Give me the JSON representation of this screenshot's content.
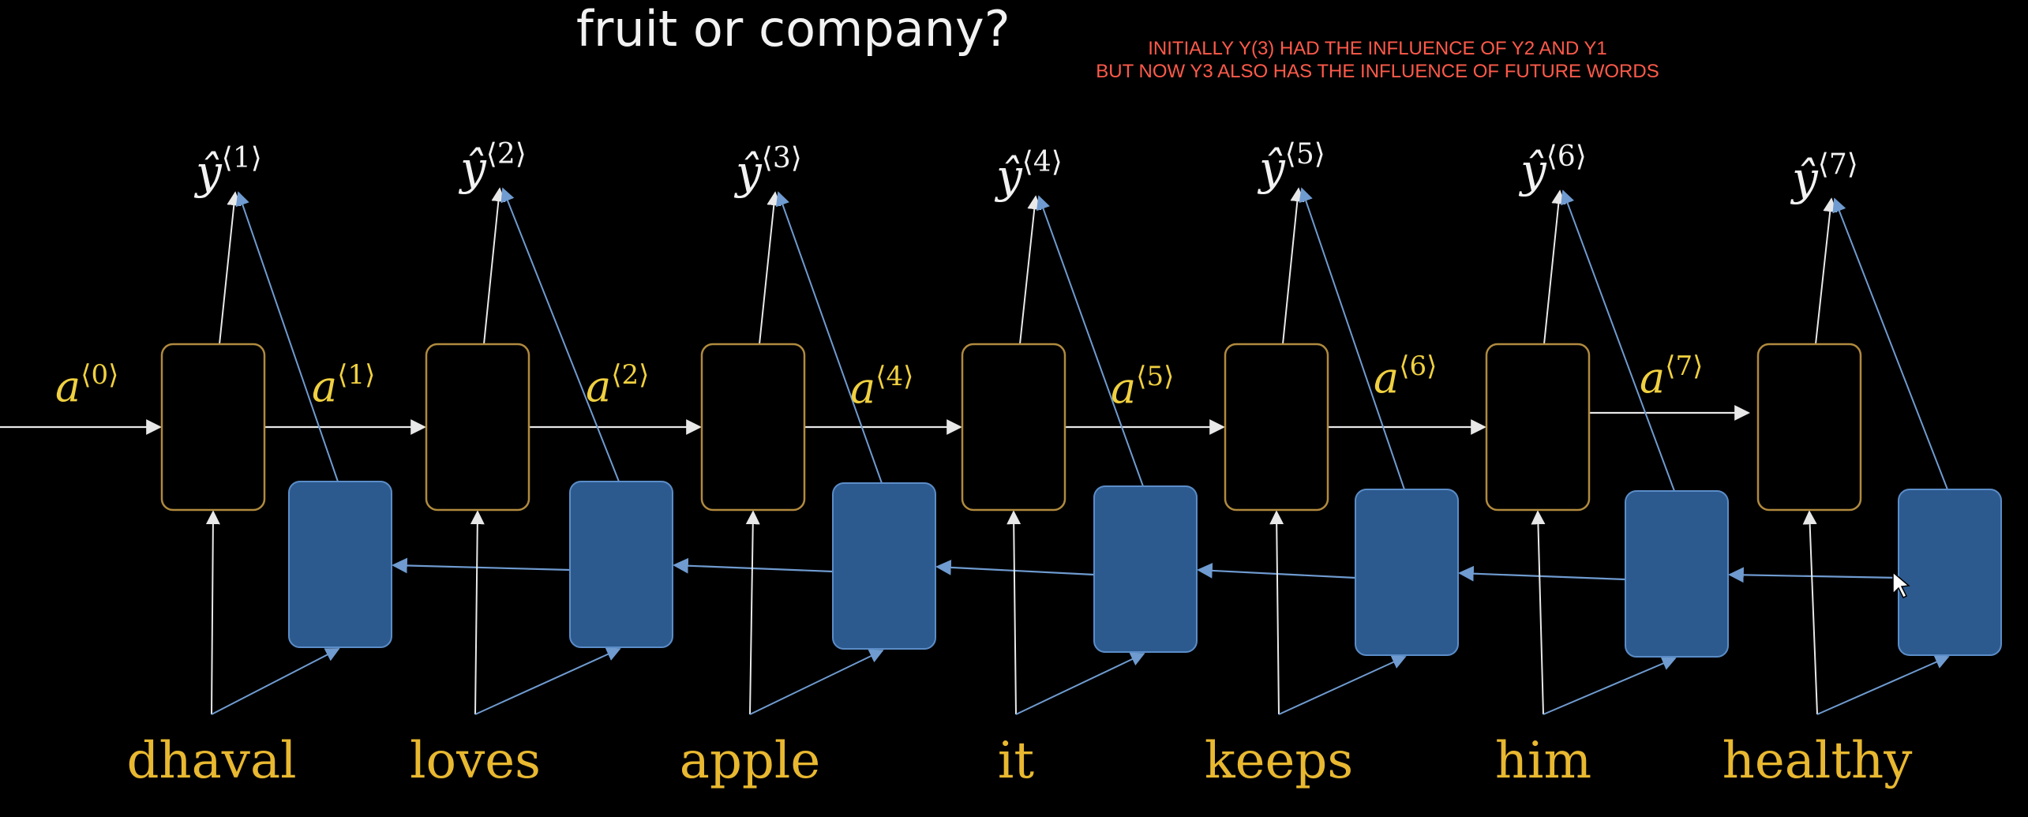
{
  "title": "fruit or company?",
  "notes": {
    "line1": "INITIALLY Y(3) HAD THE INFLUENCE OF Y2 AND Y1",
    "line2": "BUT NOW Y3 ALSO HAS THE INFLUENCE OF FUTURE WORDS"
  },
  "words": [
    "dhaval",
    "loves",
    "apple",
    "it",
    "keeps",
    "him",
    "healthy"
  ],
  "outputs": [
    {
      "base": "ŷ",
      "sup": "⟨1⟩"
    },
    {
      "base": "ŷ",
      "sup": "⟨2⟩"
    },
    {
      "base": "ŷ",
      "sup": "⟨3⟩"
    },
    {
      "base": "ŷ",
      "sup": "⟨4⟩"
    },
    {
      "base": "ŷ",
      "sup": "⟨5⟩"
    },
    {
      "base": "ŷ",
      "sup": "⟨6⟩"
    },
    {
      "base": "ŷ",
      "sup": "⟨7⟩"
    }
  ],
  "activations": [
    {
      "base": "a",
      "sup": "⟨0⟩"
    },
    {
      "base": "a",
      "sup": "⟨1⟩"
    },
    {
      "base": "a",
      "sup": "⟨2⟩"
    },
    {
      "base": "a",
      "sup": "⟨4⟩"
    },
    {
      "base": "a",
      "sup": "⟨5⟩"
    },
    {
      "base": "a",
      "sup": "⟨6⟩"
    },
    {
      "base": "a",
      "sup": "⟨7⟩"
    }
  ],
  "colors": {
    "background": "#000000",
    "forward_cell_border": "#b08a3e",
    "backward_cell_fill": "#2d5a8e",
    "backward_cell_border": "#5b8dc8",
    "arrow_white": "#e8e8e8",
    "arrow_blue": "#6f9bd0",
    "word_color": "#e8b830",
    "activation_color": "#f0d040",
    "output_color": "#f2f2f2",
    "note_color": "#ff5a4a"
  }
}
